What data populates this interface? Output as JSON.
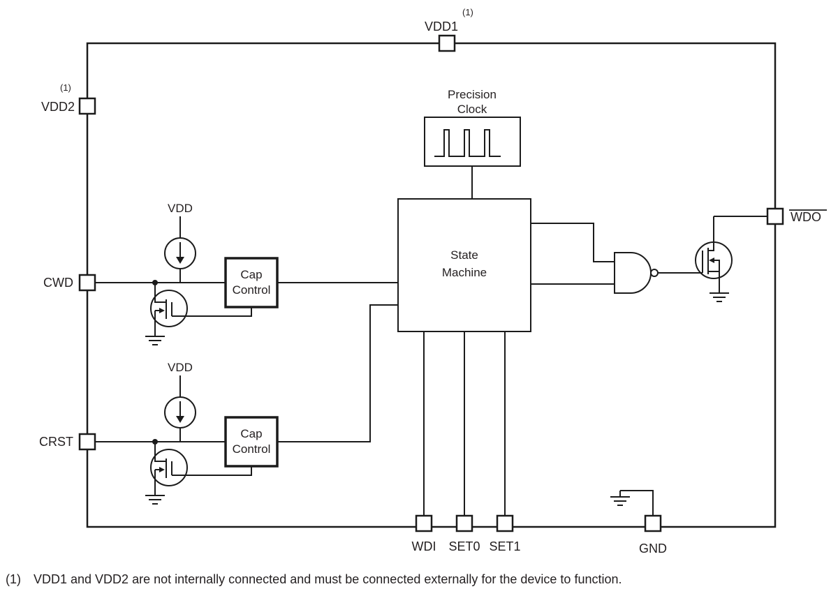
{
  "pins": {
    "vdd1": {
      "label": "VDD1",
      "note_ref": "(1)"
    },
    "vdd2": {
      "label": "VDD2",
      "note_ref": "(1)"
    },
    "cwd": {
      "label": "CWD"
    },
    "crst": {
      "label": "CRST"
    },
    "wdo": {
      "label": "WDO"
    },
    "wdi": {
      "label": "WDI"
    },
    "set0": {
      "label": "SET0"
    },
    "set1": {
      "label": "SET1"
    },
    "gnd": {
      "label": "GND"
    }
  },
  "blocks": {
    "precision_clock": {
      "label_line1": "Precision",
      "label_line2": "Clock"
    },
    "state_machine": {
      "label_line1": "State",
      "label_line2": "Machine"
    },
    "cap_control_top": {
      "label_line1": "Cap",
      "label_line2": "Control"
    },
    "cap_control_bottom": {
      "label_line1": "Cap",
      "label_line2": "Control"
    }
  },
  "supplies": {
    "vdd_top": "VDD",
    "vdd_bottom": "VDD"
  },
  "footnote": {
    "ref": "(1)",
    "text": "VDD1 and VDD2 are not internally connected and must be connected externally for the device to function."
  },
  "colors": {
    "stroke": "#1b1b1b",
    "text": "#231f20",
    "background": "#ffffff"
  }
}
